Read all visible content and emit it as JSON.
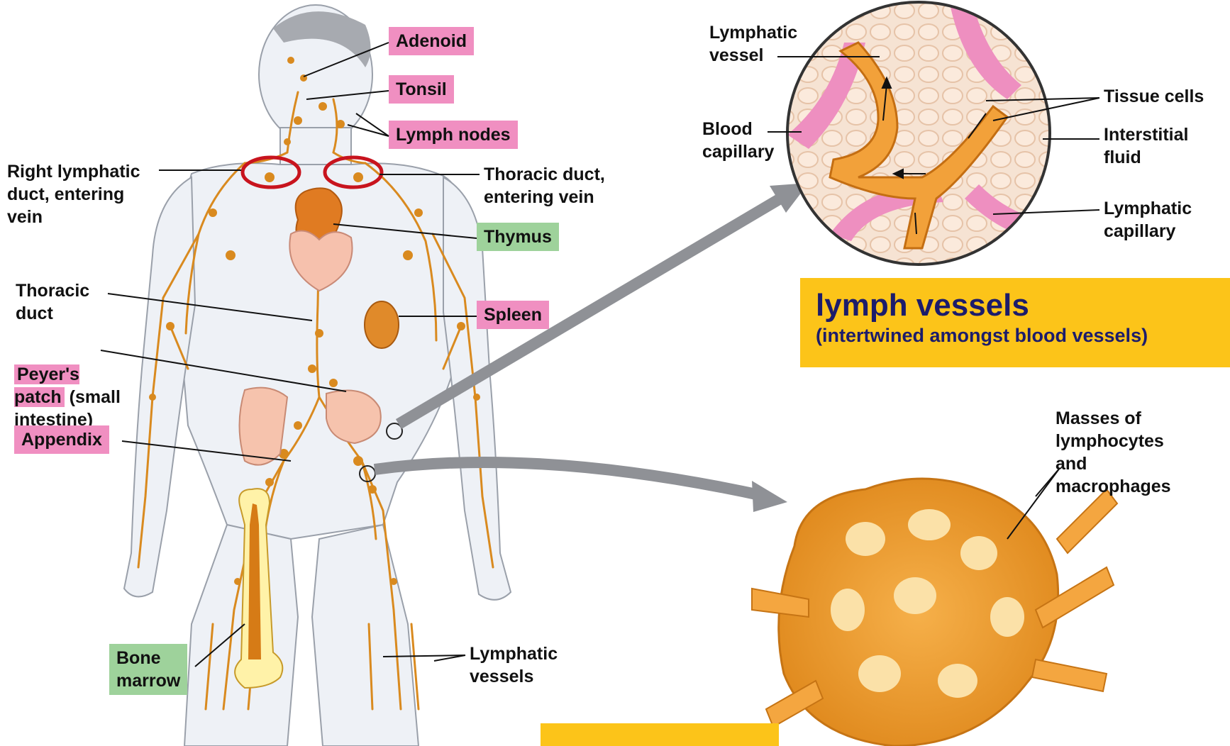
{
  "left_labels": {
    "adenoid": "Adenoid",
    "tonsil": "Tonsil",
    "lymph_nodes": "Lymph nodes",
    "right_lymphatic_duct": "Right lymphatic\nduct, entering\nvein",
    "thoracic_duct_entering": "Thoracic duct,\nentering vein",
    "thymus": "Thymus",
    "thoracic_duct": "Thoracic\nduct",
    "spleen": "Spleen",
    "peyers_highlight": "Peyer's\npatch",
    "peyers_rest": " (small\nintestine)",
    "appendix": "Appendix",
    "bone_marrow": "Bone\nmarrow",
    "lymphatic_vessels": "Lymphatic\nvessels"
  },
  "inset_vessels": {
    "lymphatic_vessel": "Lymphatic\nvessel",
    "blood_capillary": "Blood\ncapillary",
    "tissue_cells": "Tissue cells",
    "interstitial_fluid": "Interstitial\nfluid",
    "lymphatic_capillary": "Lymphatic\ncapillary"
  },
  "banner": {
    "title": "lymph vessels",
    "subtitle": "(intertwined amongst blood vessels)"
  },
  "inset_node": {
    "masses": "Masses of\nlymphocytes\nand\nmacrophages"
  },
  "colors": {
    "pink_label": "#f08fc1",
    "green_label": "#9ed29b",
    "banner": "#fcc419",
    "lymph_orange": "#d98a1f",
    "highlight_ring": "#c8141e"
  }
}
